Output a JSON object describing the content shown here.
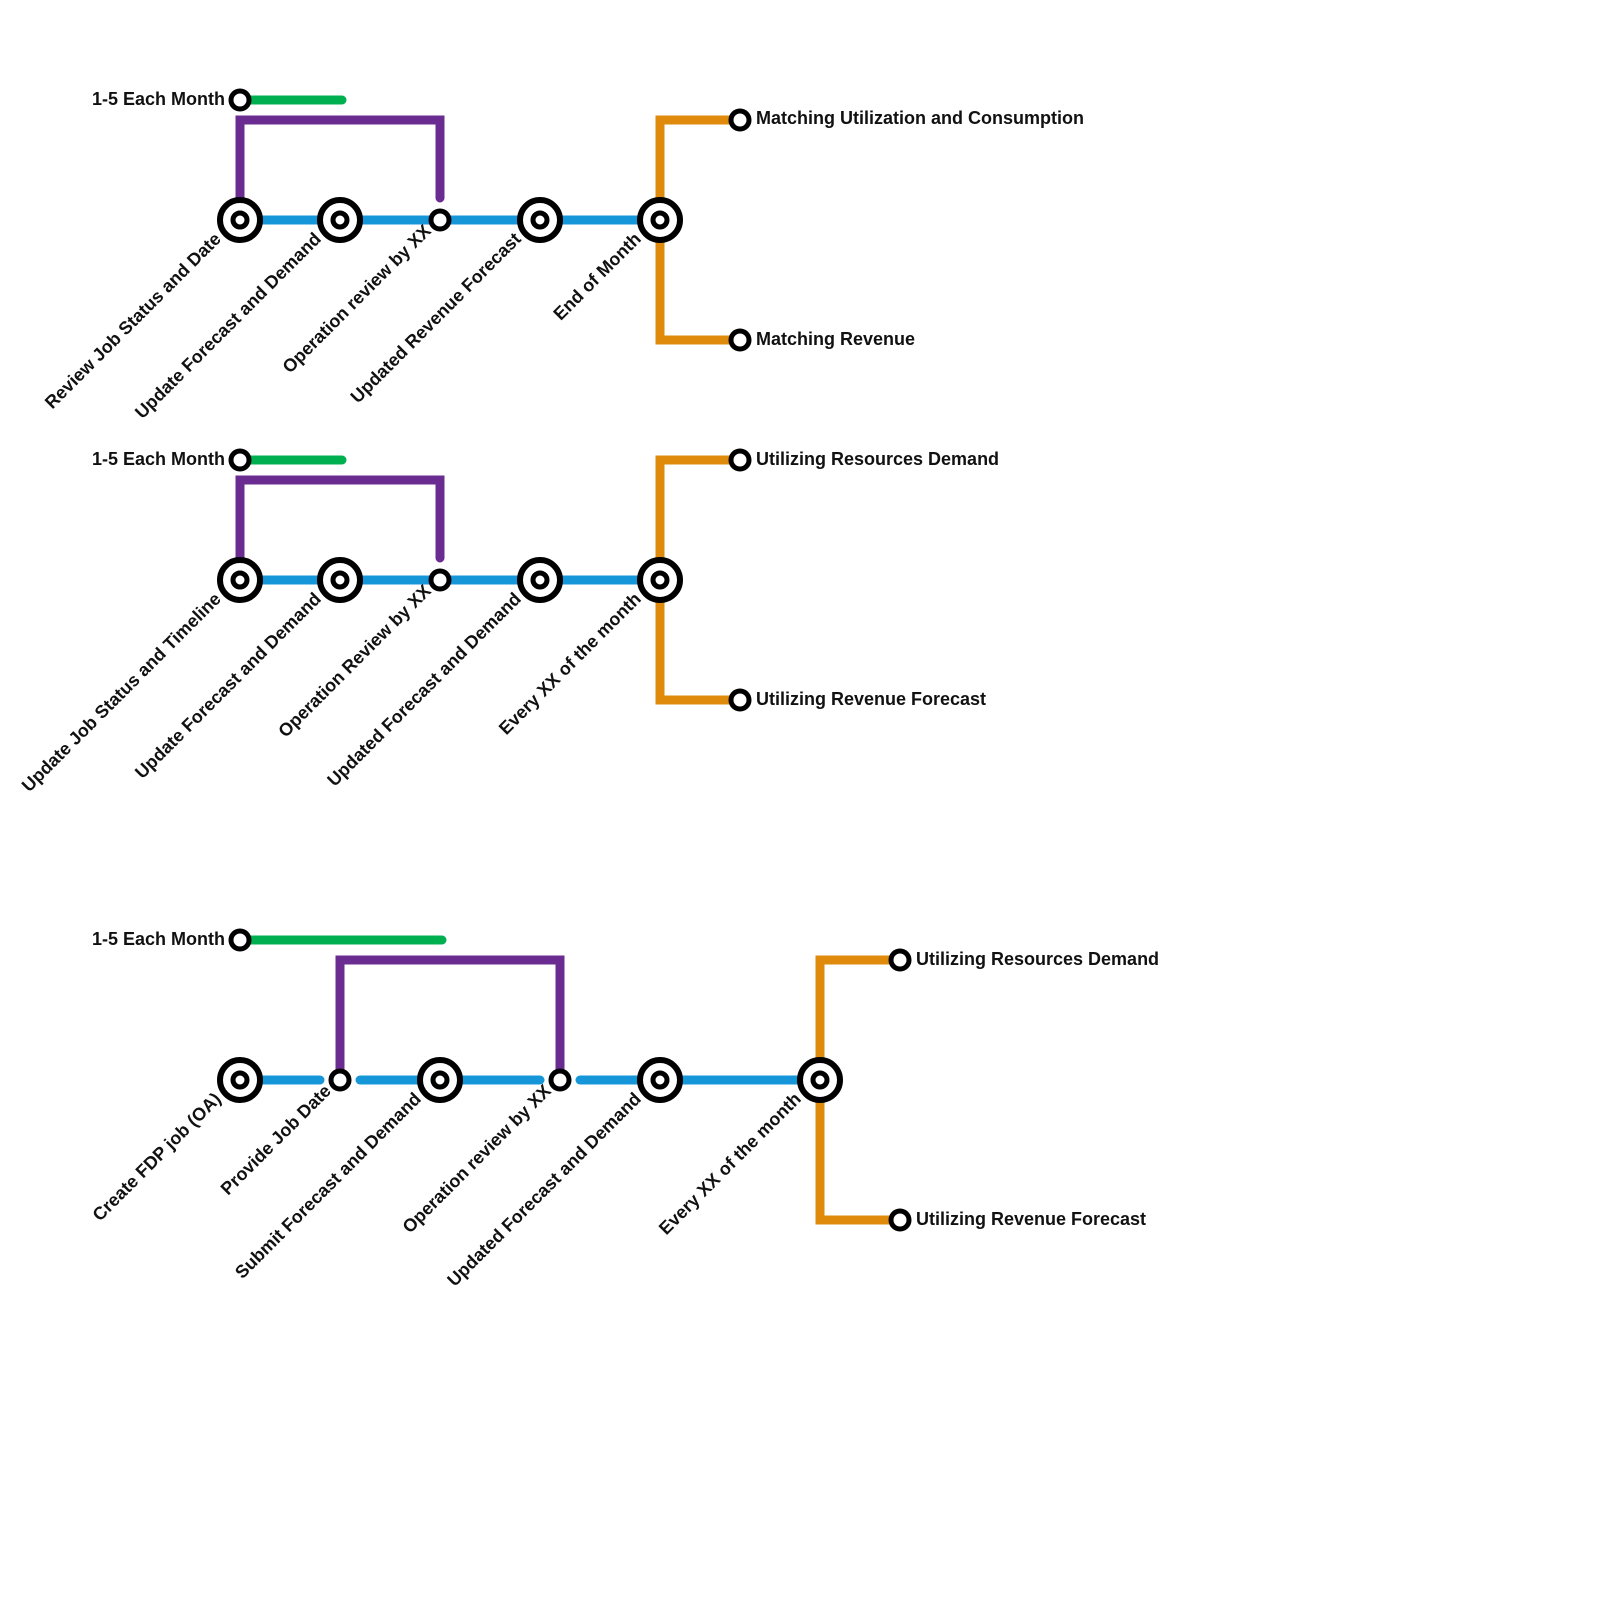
{
  "colors": {
    "green": "#00B050",
    "purple": "#6A2C91",
    "blue": "#1596D8",
    "orange": "#E08A0B",
    "station": "#000000"
  },
  "diagrams": [
    {
      "start_label": "1-5 Each Month",
      "stations": [
        "Review Job Status and Date",
        "Update Forecast and Demand",
        "Operation review by XX",
        "Updated Revenue Forecast",
        "End of Month"
      ],
      "branch_top": "Matching Utilization and Consumption",
      "branch_bottom": "Matching Revenue"
    },
    {
      "start_label": "1-5 Each Month",
      "stations": [
        "Update Job Status and Timeline",
        "Update Forecast and Demand",
        "Operation Review by XX",
        "Updated Forecast and Demand",
        "Every XX of the month"
      ],
      "branch_top": "Utilizing Resources Demand",
      "branch_bottom": "Utilizing Revenue Forecast"
    },
    {
      "start_label": "1-5 Each Month",
      "stations": [
        "Create FDP job (OA)",
        "Provide Job Date",
        "Submit Forecast and Demand",
        "Operation review by XX",
        "Updated Forecast and Demand",
        "Every XX of the month"
      ],
      "branch_top": "Utilizing Resources Demand",
      "branch_bottom": "Utilizing Revenue Forecast"
    }
  ]
}
